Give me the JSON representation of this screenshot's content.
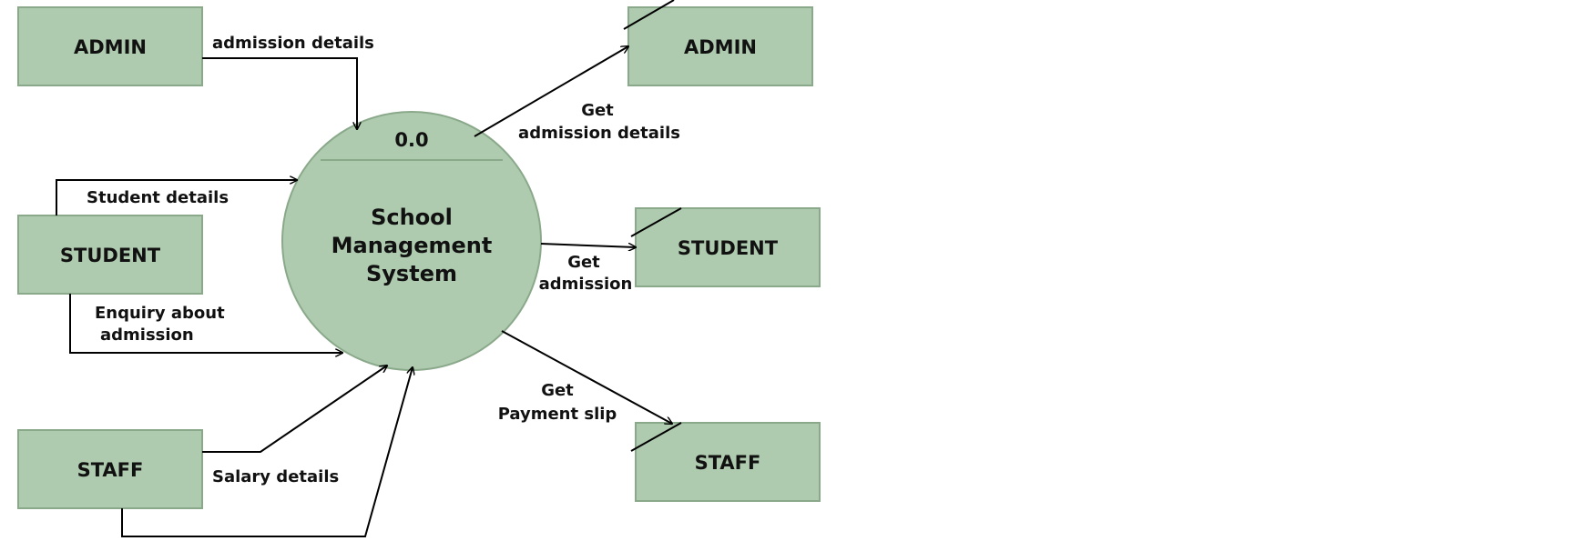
{
  "process": {
    "id": "0.0",
    "name_lines": [
      "School",
      "Management",
      "System"
    ]
  },
  "sources": {
    "admin": "ADMIN",
    "student": "STUDENT",
    "staff": "STAFF"
  },
  "sinks": {
    "admin": "ADMIN",
    "student": "STUDENT",
    "staff": "STAFF"
  },
  "flows": {
    "admission_details": "admission details",
    "student_details": "Student details",
    "enquiry": [
      "Enquiry about",
      "admission"
    ],
    "salary_details": "Salary details",
    "get_admission_details": [
      "Get",
      "admission details"
    ],
    "get_admission": [
      "Get",
      "admission"
    ],
    "get_payment_slip": [
      "Get",
      "Payment slip"
    ]
  },
  "colors": {
    "fill": "#afcbaf",
    "stroke": "#8aa88a",
    "line": "#000000"
  }
}
